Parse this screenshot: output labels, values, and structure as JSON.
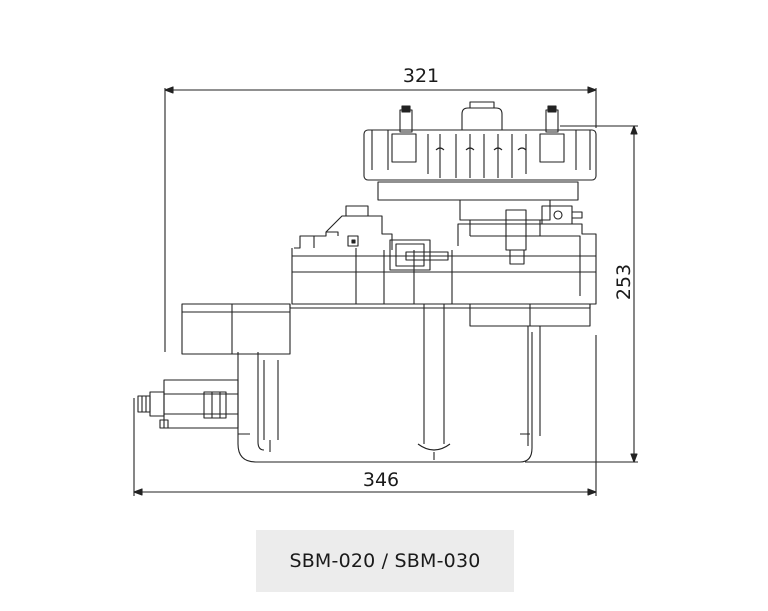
{
  "dimensions": {
    "width_top": "321",
    "width_bottom": "346",
    "height_right": "253"
  },
  "caption": "SBM-020 / SBM-030"
}
